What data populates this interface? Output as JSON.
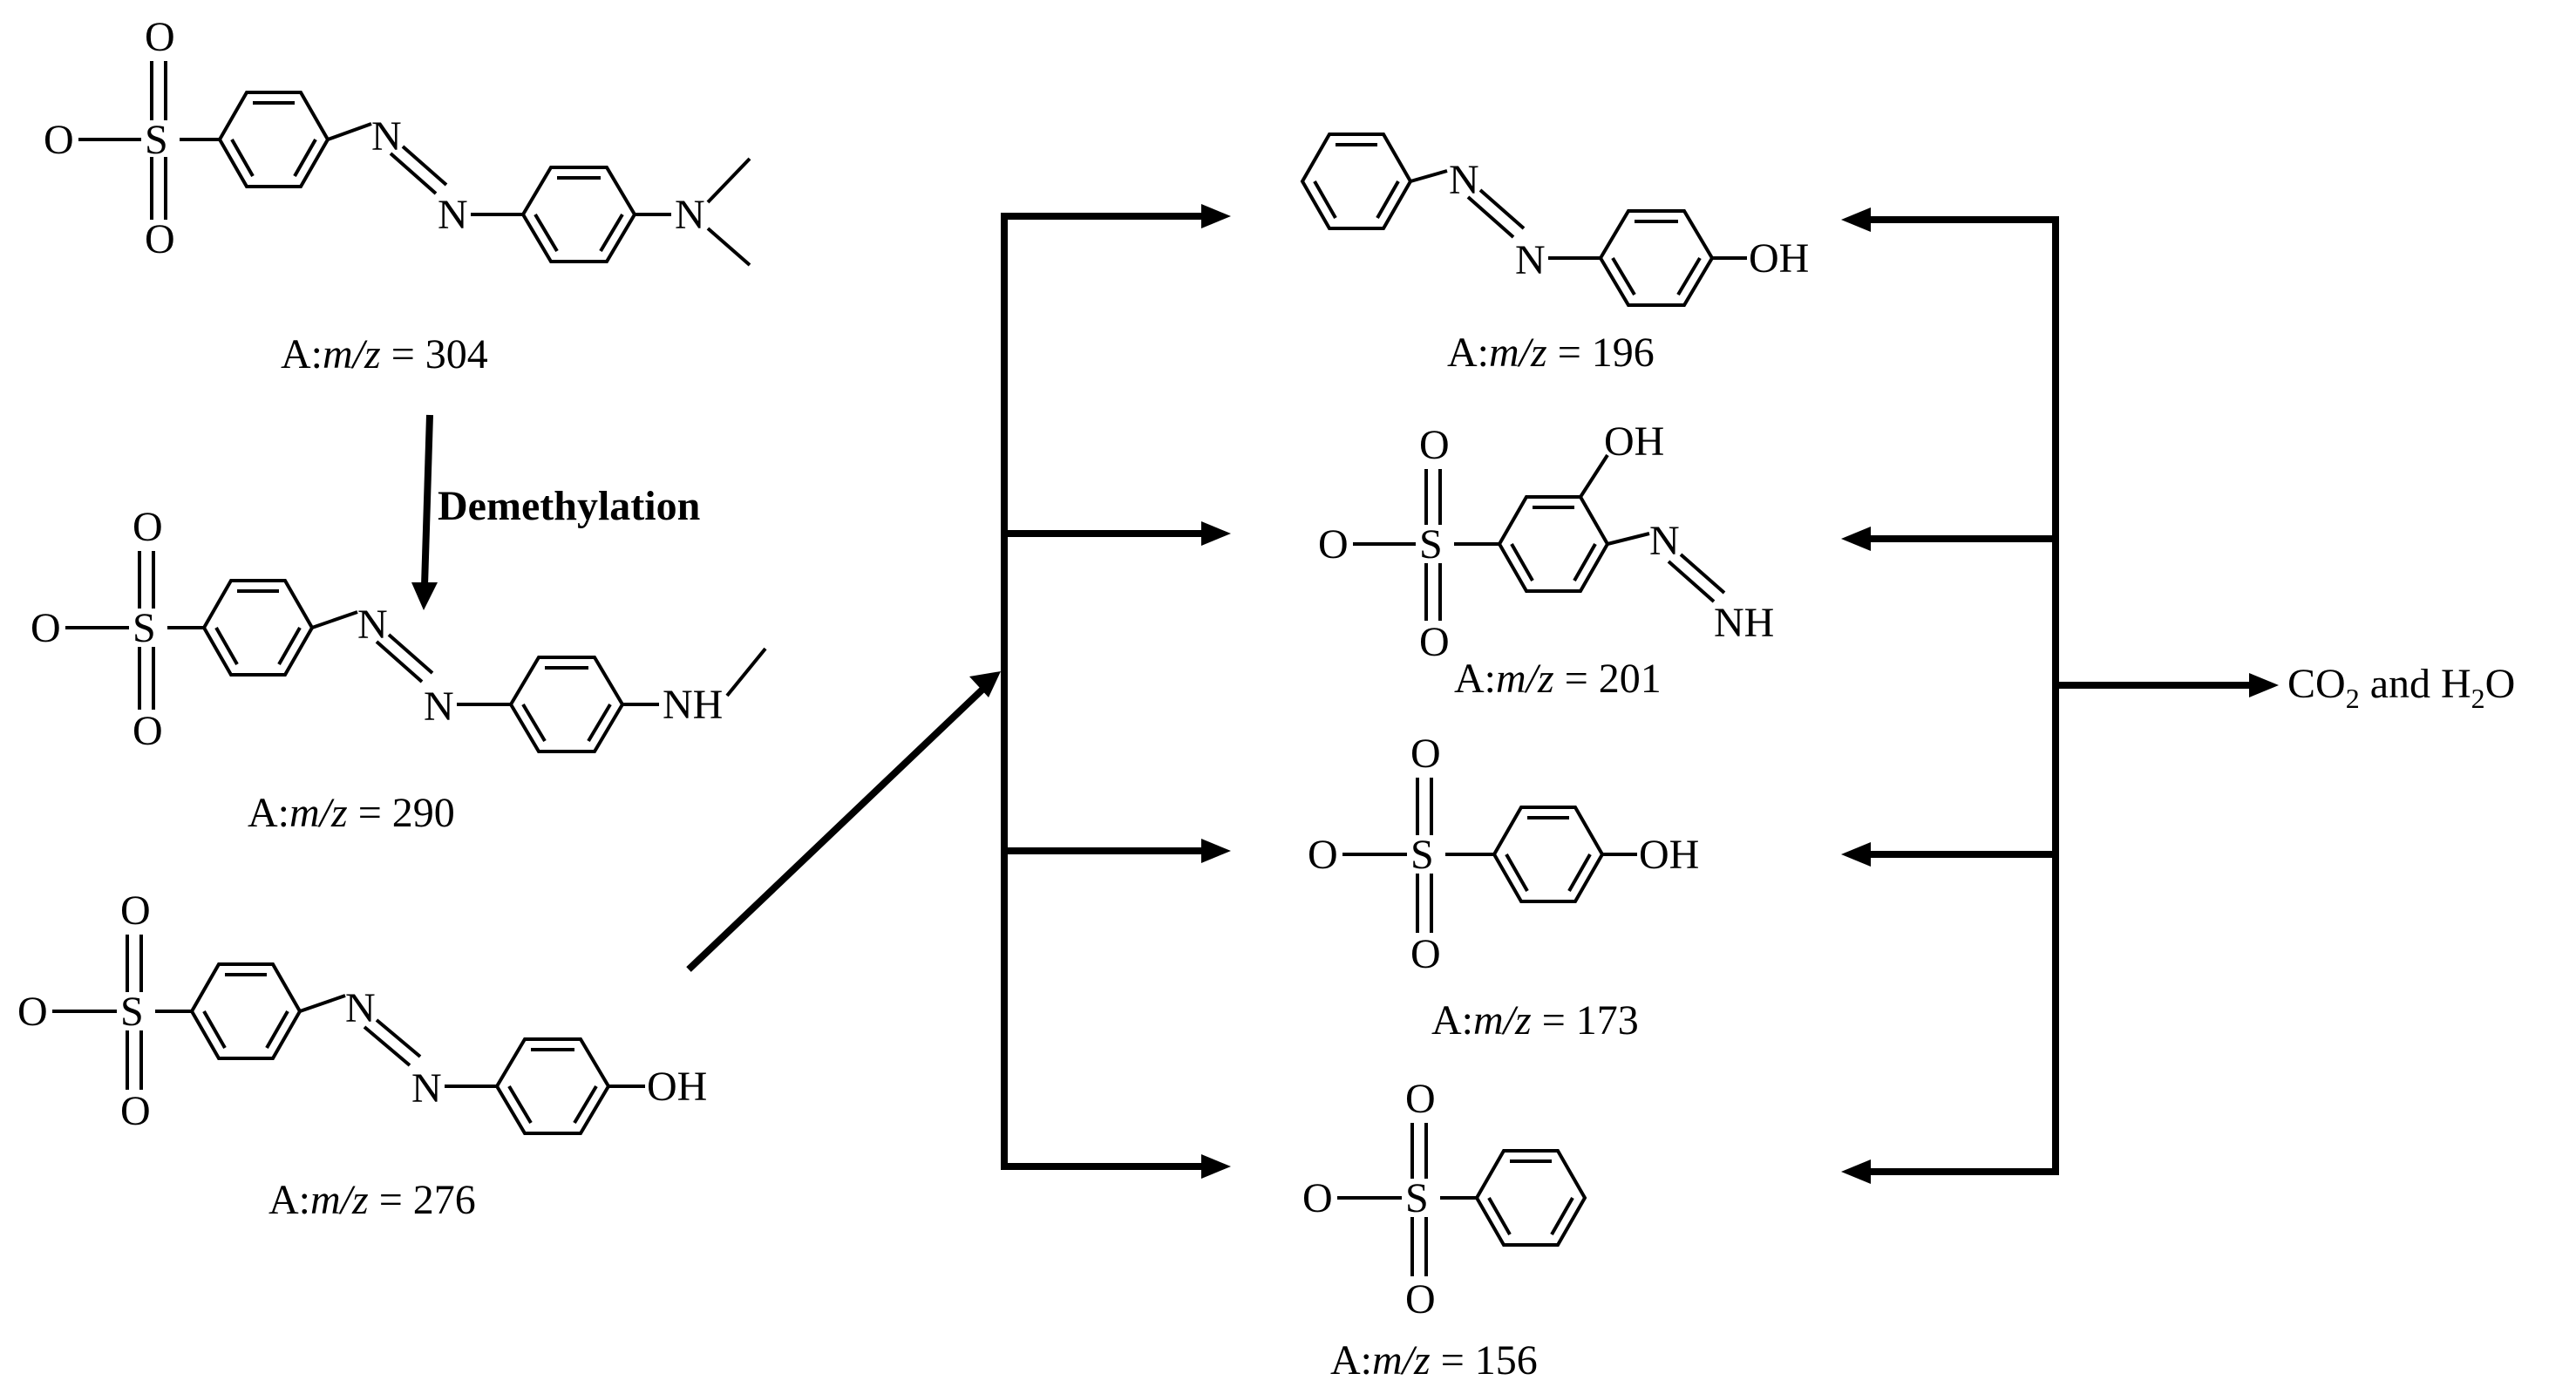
{
  "compounds": [
    {
      "id": "c304",
      "label_prefix": "A:",
      "label_var": "m/z",
      "label_value": " = 304",
      "substituent": "N",
      "atoms": {
        "o_left": "O",
        "o_top": "O",
        "o_bottom": "O",
        "s": "S",
        "n1": "N",
        "n2": "N"
      }
    },
    {
      "id": "c290",
      "label_prefix": "A:",
      "label_var": "m/z",
      "label_value": " = 290",
      "substituent": "NH",
      "atoms": {
        "o_left": "O",
        "o_top": "O",
        "o_bottom": "O",
        "s": "S",
        "n1": "N",
        "n2": "N"
      }
    },
    {
      "id": "c276",
      "label_prefix": "A:",
      "label_var": "m/z",
      "label_value": " = 276",
      "substituent": "OH",
      "atoms": {
        "o_left": "O",
        "o_top": "O",
        "o_bottom": "O",
        "s": "S",
        "n1": "N",
        "n2": "N"
      }
    },
    {
      "id": "c196",
      "label_prefix": "A:",
      "label_var": "m/z",
      "label_value": " = 196",
      "substituent": "OH",
      "atoms": {
        "n1": "N",
        "n2": "N"
      }
    },
    {
      "id": "c201",
      "label_prefix": "A:",
      "label_var": "m/z",
      "label_value": " = 201",
      "substituent": "OH",
      "atoms": {
        "o_left": "O",
        "o_top": "O",
        "o_bottom": "O",
        "s": "S",
        "n1": "N",
        "nh": "NH"
      }
    },
    {
      "id": "c173",
      "label_prefix": "A:",
      "label_var": "m/z",
      "label_value": " = 173",
      "substituent": "OH",
      "atoms": {
        "o_left": "O",
        "o_top": "O",
        "o_bottom": "O",
        "s": "S"
      }
    },
    {
      "id": "c156",
      "label_prefix": "A:",
      "label_var": "m/z",
      "label_value": " = 156",
      "atoms": {
        "o_left": "O",
        "o_top": "O",
        "o_bottom": "O",
        "s": "S"
      }
    }
  ],
  "step_label": "Demethylation",
  "product": {
    "co": "CO",
    "two_a": "2",
    "and_h": " and H",
    "two_b": "2",
    "o": "O"
  }
}
